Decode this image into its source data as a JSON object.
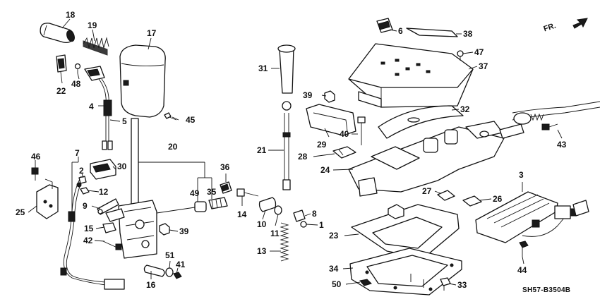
{
  "diagram_code": "SH57-B3504B",
  "direction_label": "FR.",
  "callouts": [
    "18",
    "19",
    "17",
    "22",
    "48",
    "4",
    "5",
    "45",
    "7",
    "46",
    "2",
    "30",
    "20",
    "36",
    "12",
    "49",
    "35",
    "9",
    "25",
    "15",
    "39",
    "42",
    "51",
    "41",
    "16",
    "31",
    "39",
    "40",
    "21",
    "29",
    "28",
    "24",
    "14",
    "10",
    "11",
    "8",
    "1",
    "13",
    "6",
    "38",
    "47",
    "37",
    "32",
    "43",
    "3",
    "27",
    "26",
    "23",
    "34",
    "50",
    "33",
    "44"
  ]
}
